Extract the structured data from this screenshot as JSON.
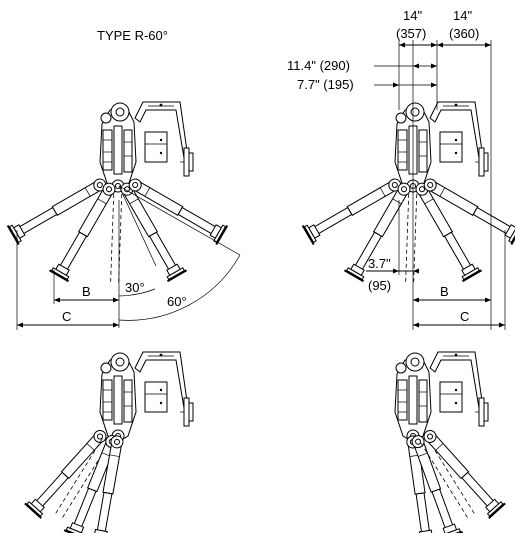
{
  "title": "TYPE R-60°",
  "colors": {
    "ink": "#000000",
    "paper": "#ffffff"
  },
  "dimensions": {
    "top_left": {
      "dim_b": "B",
      "dim_c": "C",
      "angle_30": "30°",
      "angle_60": "60°"
    },
    "top_right": {
      "width_14_a": "14\"",
      "width_14_a_mm": "(357)",
      "width_14_b": "14\"",
      "width_14_b_mm": "(360)",
      "offset_11_4": "11.4\" (290)",
      "offset_7_7": "7.7\" (195)",
      "offset_3_7": "3.7\"",
      "offset_3_7_mm": "(95)",
      "dim_b": "B",
      "dim_c": "C"
    }
  },
  "views": [
    "top-left",
    "top-right",
    "bottom-left",
    "bottom-right"
  ]
}
